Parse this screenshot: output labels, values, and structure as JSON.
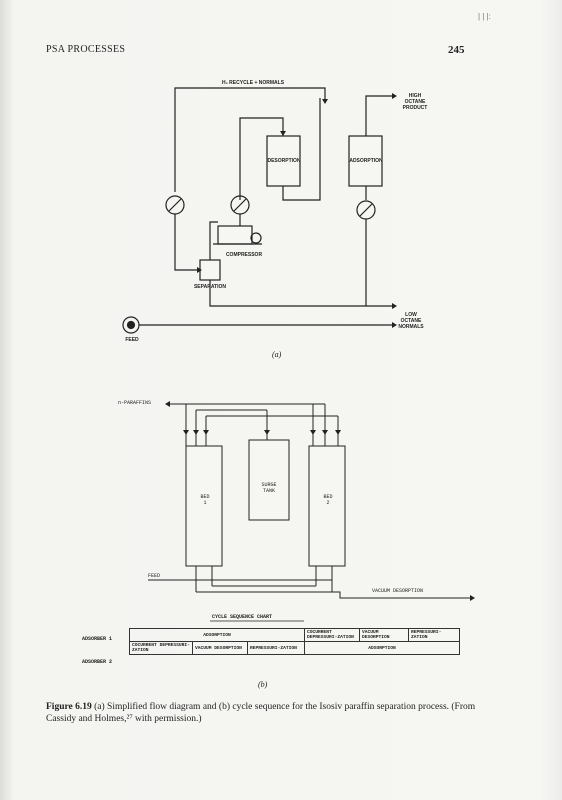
{
  "header": {
    "running_head": "PSA PROCESSES",
    "page_number": "245"
  },
  "figure_a": {
    "recycle_label": "H₂ RECYCLE + NORMALS",
    "high_octane_label": "HIGH\nOCTANE\nPRODUCT",
    "desorption_label": "DESORPTION",
    "adsorption_label": "ADSORPTION",
    "compressor_label": "COMPRESSOR",
    "separation_label": "SEPARATION",
    "low_octane_label": "LOW\nOCTANE\nNORMALS",
    "feed_label": "FEED",
    "sublabel": "(a)"
  },
  "figure_b": {
    "n_paraffins_label": "n-PARAFFINS",
    "bed1_label": "BED\n1",
    "surge_label": "SURGE\nTANK",
    "bed2_label": "BED\n2",
    "feed_label": "FEED",
    "vacuum_label": "VACUUM DESORPTION",
    "chart_title": "CYCLE SEQUENCE CHART",
    "adsorber1_label": "ADSORBER 1",
    "adsorber2_label": "ADSORBER 2",
    "row1": [
      "ADSORPTION",
      "COCURRENT DEPRESSURI-ZATION",
      "VACUUM DESORPTION",
      "REPRESSURI-ZATION"
    ],
    "row2": [
      "COCURRENT DEPRESSURI-ZATION",
      "VACUUM DESORPTION",
      "REPRESSURI-ZATION",
      "ADSORPTION"
    ],
    "sublabel": "(b)"
  },
  "caption": {
    "figure_number": "Figure 6.19",
    "text": "(a) Simplified flow diagram and (b) cycle sequence for the Isosiv paraffin separation process. (From Cassidy and Holmes,²⁷ with permission.)"
  },
  "margin_marks": {
    "top_right": "| |  |:"
  }
}
